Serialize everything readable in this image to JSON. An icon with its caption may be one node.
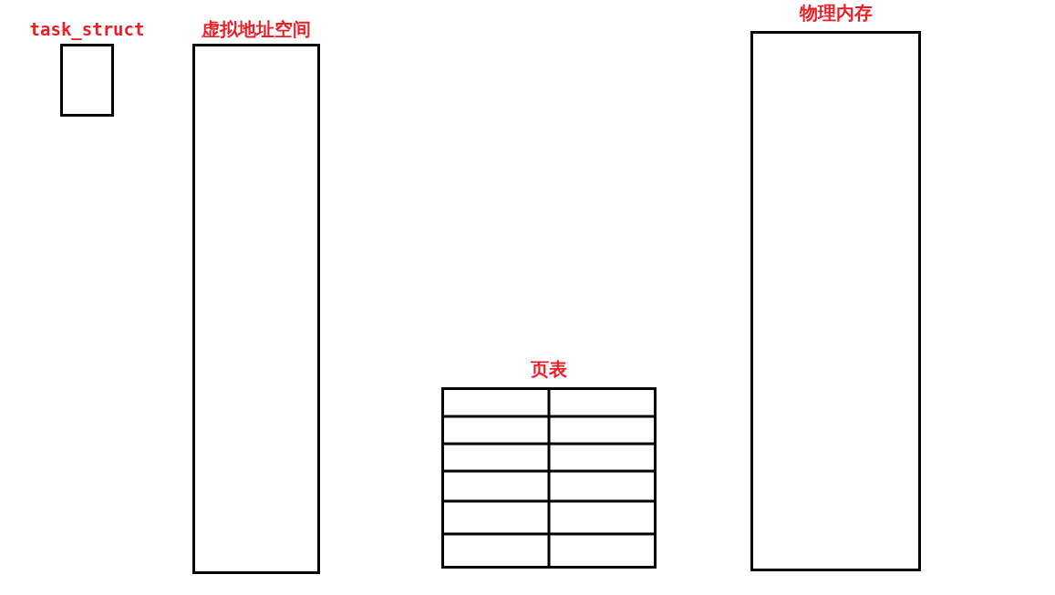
{
  "diagram": {
    "nodes": [
      {
        "text": [
          "task_struct"
        ]
      },
      {
        "text": [
          "虚拟地址空间"
        ]
      },
      {
        "text": [
          "页表"
        ]
      },
      {
        "text": [
          "物理内存"
        ]
      }
    ]
  }
}
